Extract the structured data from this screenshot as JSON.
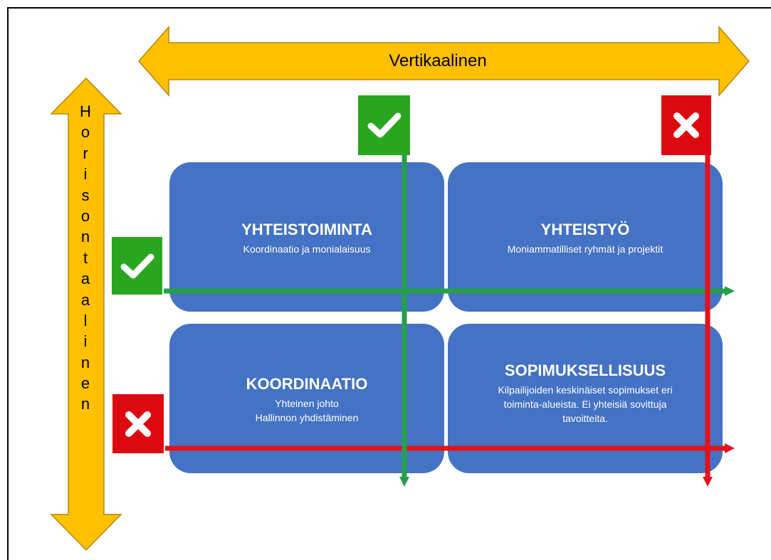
{
  "axes": {
    "vertical_label": "Vertikaalinen",
    "horizontal_letters": [
      "H",
      "o",
      "r",
      "i",
      "s",
      "o",
      "n",
      "t",
      "a",
      "a",
      "l",
      "i",
      "n",
      "e",
      "n"
    ]
  },
  "quadrants": {
    "top_left": {
      "title": "YHTEISTOIMINTA",
      "lines": [
        "Koordinaatio  ja monialaisuus"
      ]
    },
    "top_right": {
      "title": "YHTEISTYÖ",
      "lines": [
        "Moniammatilliset ryhmät  ja projektit"
      ]
    },
    "bottom_left": {
      "title": "KOORDINAATIO",
      "lines": [
        "Yhteinen johto",
        "Hallinnon yhdistäminen"
      ]
    },
    "bottom_right": {
      "title": "SOPIMUKSELLISUUS",
      "lines": [
        "Kilpailijoiden keskinäiset sopimukset eri",
        "toiminta-alueista. Ei yhteisiä sovittuja",
        "tavoitteita."
      ]
    }
  },
  "markers": {
    "vertical_left": "check-icon",
    "vertical_right": "cross-icon",
    "horizontal_top": "check-icon",
    "horizontal_bottom": "cross-icon"
  },
  "colors": {
    "arrow_fill": "#ffc000",
    "arrow_stroke": "#b8860b",
    "box_fill": "#4472c4",
    "ok_green": "#2aa520",
    "no_red": "#dc0a10",
    "green_line": "#24a04a",
    "red_line": "#e3121b"
  }
}
